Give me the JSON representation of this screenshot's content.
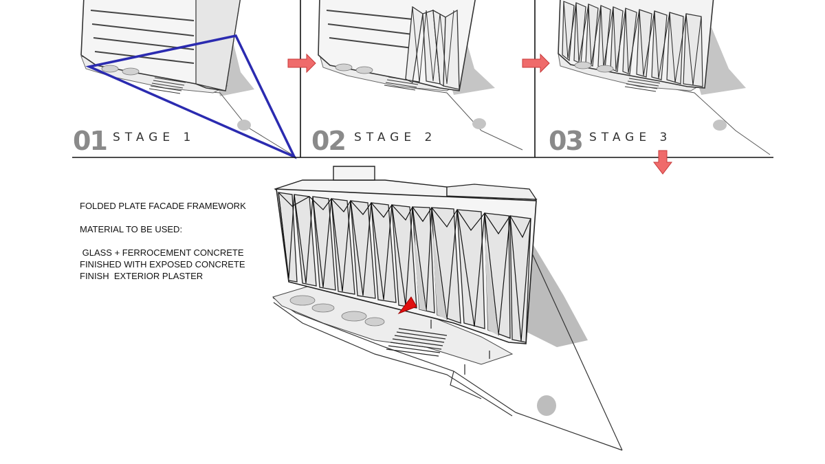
{
  "stages": [
    {
      "number": "01",
      "label": "STAGE 1"
    },
    {
      "number": "02",
      "label": "STAGE 2"
    },
    {
      "number": "03",
      "label": "STAGE 3"
    }
  ],
  "notes": {
    "title": "FOLDED PLATE FACADE FRAMEWORK",
    "material_heading": "MATERIAL TO BE USED:",
    "material_lines": [
      " GLASS + FERROCEMENT CONCRETE",
      "FINISHED WITH EXPOSED CONCRETE",
      "FINISH  EXTERIOR PLASTER"
    ]
  },
  "colors": {
    "arrow": "#ef6b6b",
    "triangle": "#2b2bb0",
    "accent": "#e01010",
    "shadow": "#bdbdbd",
    "line": "#222222"
  }
}
